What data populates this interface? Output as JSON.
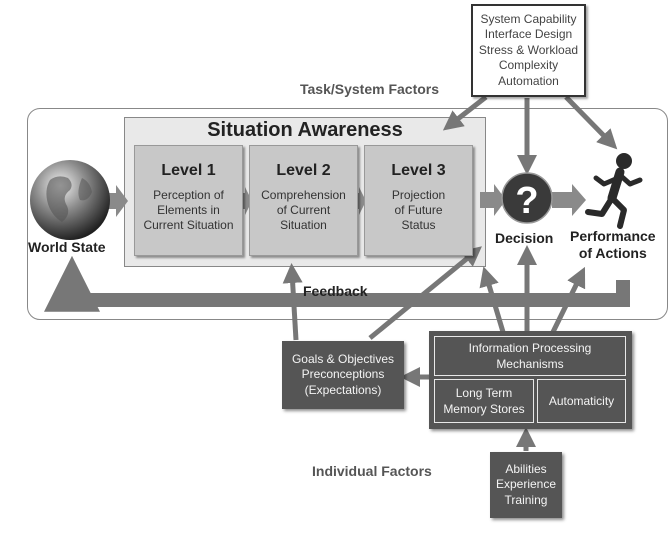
{
  "task_factors": {
    "heading": "Task/System Factors",
    "items": [
      "System Capability",
      "Interface Design",
      "Stress & Workload",
      "Complexity",
      "Automation"
    ]
  },
  "situation_awareness": {
    "title": "Situation Awareness",
    "levels": [
      {
        "title": "Level 1",
        "lines": [
          "Perception of",
          "Elements in",
          "Current Situation"
        ]
      },
      {
        "title": "Level 2",
        "lines": [
          "Comprehension",
          "of Current",
          "Situation"
        ]
      },
      {
        "title": "Level 3",
        "lines": [
          "Projection",
          "of Future",
          "Status"
        ]
      }
    ]
  },
  "world_state": "World State",
  "decision": "Decision",
  "performance": [
    "Performance",
    "of Actions"
  ],
  "feedback": "Feedback",
  "individual_factors": {
    "heading": "Individual Factors",
    "goals": [
      "Goals & Objectives",
      "Preconceptions",
      "(Expectations)"
    ],
    "info_processing": [
      "Information Processing",
      "Mechanisms"
    ],
    "long_term_memory": [
      "Long Term",
      "Memory Stores"
    ],
    "automaticity": "Automaticity",
    "abilities": [
      "Abilities",
      "Experience",
      "Training"
    ]
  },
  "colors": {
    "arrow": "#777777",
    "dark_box": "#555555",
    "level_box": "#c8c8c8",
    "sa_panel": "#e9e9e9"
  },
  "icons": [
    "globe-icon",
    "question-icon",
    "running-person-icon"
  ]
}
